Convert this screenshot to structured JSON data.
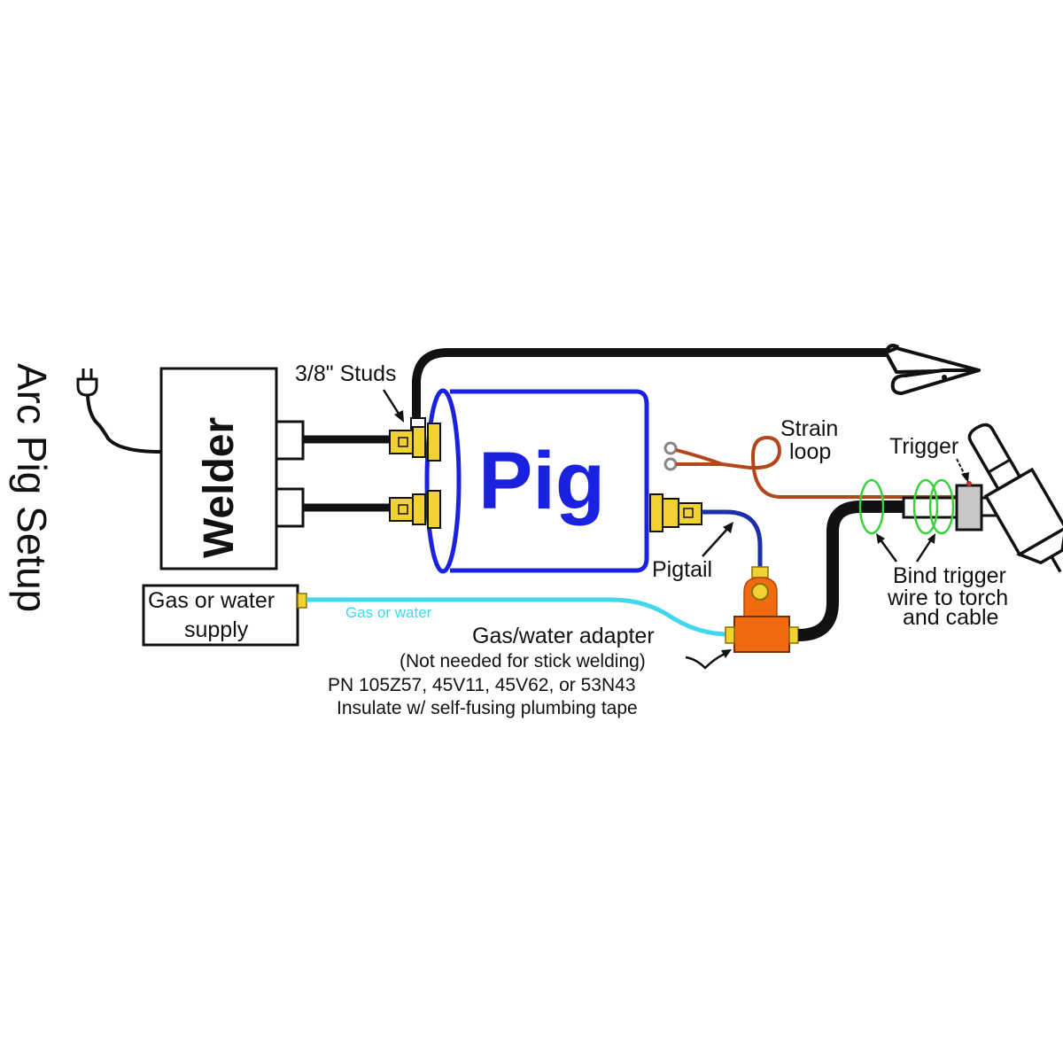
{
  "title": "Arc Pig Setup",
  "components": {
    "welder": "Welder",
    "pig": "Pig",
    "gas_supply": [
      "Gas or water",
      "supply"
    ]
  },
  "labels": {
    "studs": "3/8\" Studs",
    "strain_loop": [
      "Strain",
      "loop"
    ],
    "trigger": "Trigger",
    "pigtail": "Pigtail",
    "gas_line": "Gas or water",
    "bind": [
      "Bind trigger",
      "wire to torch",
      "and cable"
    ],
    "adapter_title": "Gas/water adapter",
    "adapter_notes": [
      "(Not needed for stick welding)",
      "PN 105Z57, 45V11, 45V62, or 53N43",
      "Insulate w/ self-fusing plumbing tape"
    ]
  },
  "icons": {
    "power_plug": "power-plug-icon",
    "ground_clamp": "alligator-clamp-icon",
    "torch": "tig-torch-icon"
  },
  "colors": {
    "pig_blue": "#1a22e0",
    "brass": "#f2d132",
    "adapter_orange": "#f26a10",
    "gas_line": "#3fd8ee",
    "trigger_wire": "#b5461a",
    "binding": "#39d23a",
    "cable": "#111111"
  }
}
